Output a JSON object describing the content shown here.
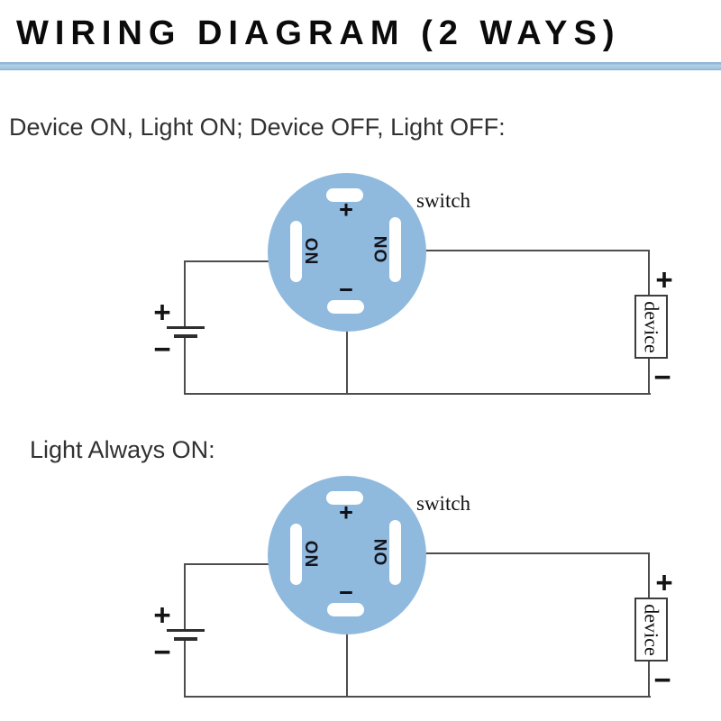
{
  "title": "WIRING DIAGRAM (2 WAYS)",
  "colors": {
    "switch_body_blue": "#8fbade",
    "divider_blue": "#a3c6e0",
    "wire_gray": "#4d4d4d"
  },
  "sections": [
    {
      "heading": "Device ON, Light ON; Device OFF, Light OFF:",
      "diagram": {
        "switch_label": "switch",
        "device_label": "device",
        "left_terminal": "NO",
        "right_terminal": "NO",
        "led_plus_sign": "+",
        "led_minus_sign": "−",
        "battery_plus_sign": "+",
        "battery_minus_sign": "−",
        "device_plus_sign": "+",
        "device_minus_sign": "−"
      }
    },
    {
      "heading": "Light Always ON:",
      "diagram": {
        "switch_label": "switch",
        "device_label": "device",
        "left_terminal": "NO",
        "right_terminal": "NO",
        "led_plus_sign": "+",
        "led_minus_sign": "−",
        "battery_plus_sign": "+",
        "battery_minus_sign": "−",
        "device_plus_sign": "+",
        "device_minus_sign": "−"
      }
    }
  ]
}
